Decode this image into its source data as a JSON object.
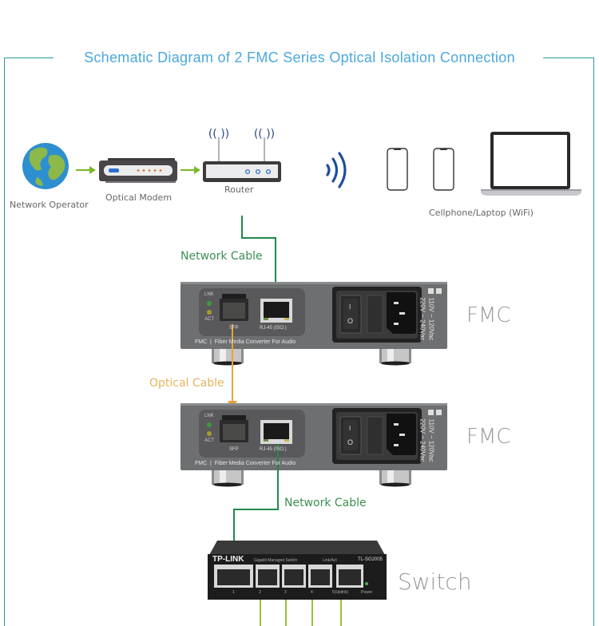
{
  "title": "Schematic Diagram of 2 FMC Series Optical Isolation Connection",
  "colors": {
    "frame": "#2a9aa0",
    "title": "#4aa8dc",
    "network_cable": "#1f8a4c",
    "optical_cable": "#e8a23a",
    "flow_arrow": "#7ab827",
    "wifi": "#1e4f9c",
    "device_label": "#9a9a9a"
  },
  "top_row": {
    "network_operator": "Network Operator",
    "optical_modem": "Optical Modem",
    "router": "Router",
    "clients": "Cellphone/Laptop (WiFi)"
  },
  "cables": {
    "network_cable_1": "Network Cable",
    "optical_cable": "Optical Cable",
    "network_cable_2": "Network Cable"
  },
  "fmc_units": [
    {
      "label": "FMC",
      "led_link": "LNK",
      "led_act": "ACT",
      "port_sfp": "SFP",
      "port_rj45": "RJ-45 (ISO.)",
      "footer": "FMC  |  Fiber Media Converter For Audio",
      "voltage_1": "110V ~ 120Vac",
      "voltage_2": "220V ~ 240Vac",
      "switch_on": "I",
      "switch_off": "O"
    },
    {
      "label": "FMC",
      "led_link": "LNK",
      "led_act": "ACT",
      "port_sfp": "SFP",
      "port_rj45": "RJ-45 (ISO.)",
      "footer": "FMC  |  Fiber Media Converter For Audio",
      "voltage_1": "110V ~ 120Vac",
      "voltage_2": "220V ~ 240Vac",
      "switch_on": "I",
      "switch_off": "O"
    }
  ],
  "switch": {
    "label": "Switch",
    "brand": "TP-LINK",
    "subtitle": "Gigabit Managed Switch",
    "link_act": "Link/Act",
    "model": "TL-SG2005",
    "ports": [
      "1",
      "2",
      "3",
      "4",
      "5(Uplink)"
    ],
    "power": "Power"
  }
}
